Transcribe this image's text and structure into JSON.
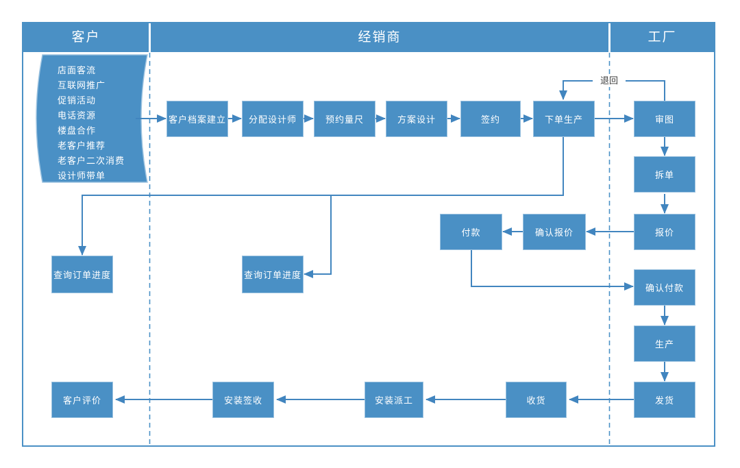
{
  "diagram": {
    "lanes": [
      {
        "id": "customer",
        "title": "客户"
      },
      {
        "id": "dealer",
        "title": "经销商"
      },
      {
        "id": "factory",
        "title": "工厂"
      }
    ],
    "sources": {
      "items": [
        "店面客流",
        "互联网推广",
        "促销活动",
        "电话资源",
        "楼盘合作",
        "老客户推荐",
        "老客户二次消费",
        "设计师带单"
      ]
    },
    "nodes": {
      "create_profile": "客户档案建立",
      "assign_designer": "分配设计师",
      "appoint_measure": "预约量尺",
      "design_plan": "方案设计",
      "sign_contract": "签约",
      "place_order": "下单生产",
      "review_drawing": "审图",
      "split_order": "拆单",
      "quote": "报价",
      "confirm_quote": "确认报价",
      "pay": "付款",
      "confirm_payment": "确认付款",
      "produce": "生产",
      "ship": "发货",
      "receive": "收货",
      "install_dispatch": "安装派工",
      "install_signoff": "安装签收",
      "customer_review": "客户评价",
      "query_progress_customer": "查询订单进度",
      "query_progress_dealer": "查询订单进度"
    },
    "edge_labels": {
      "return": "退回"
    },
    "colors": {
      "primary": "#4a90c5",
      "box_border": "#9dc3e0",
      "connector": "#4185bf",
      "label_text": "#3f3f3f"
    }
  }
}
